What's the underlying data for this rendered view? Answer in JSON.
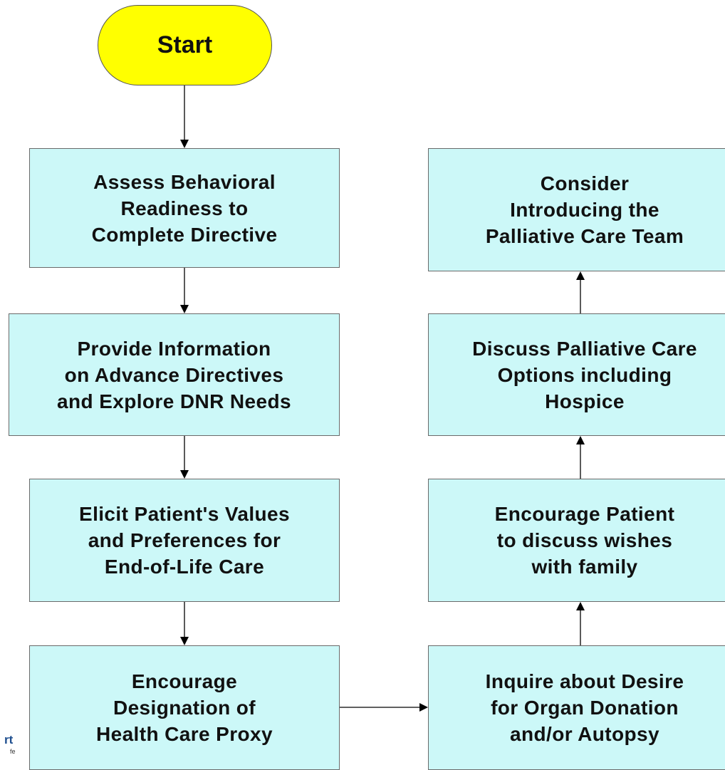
{
  "diagram": {
    "start": {
      "label": "Start"
    },
    "steps": {
      "assess": {
        "label": "Assess Behavioral\nReadiness to\nComplete Directive"
      },
      "provide": {
        "label": "Provide Information\non Advance Directives\nand Explore DNR Needs"
      },
      "elicit": {
        "label": "Elicit Patient's Values\nand Preferences for\nEnd-of-Life Care"
      },
      "encourage_proxy": {
        "label": "Encourage\nDesignation of\nHealth Care Proxy"
      },
      "inquire": {
        "label": "Inquire about Desire\nfor Organ Donation\nand/or Autopsy"
      },
      "encourage_family": {
        "label": "Encourage Patient\nto discuss wishes\nwith family"
      },
      "discuss_palliative": {
        "label": "Discuss Palliative Care\nOptions including\nHospice"
      },
      "consider_team": {
        "label": "Consider\nIntroducing the\nPalliative Care Team"
      }
    },
    "colors": {
      "start_fill": "#ffff00",
      "process_fill": "#ccf8f8",
      "border": "#6a6a6a",
      "arrow": "#000000"
    }
  },
  "logo": {
    "partial_text": "rt",
    "partial_subtext": "fe"
  }
}
